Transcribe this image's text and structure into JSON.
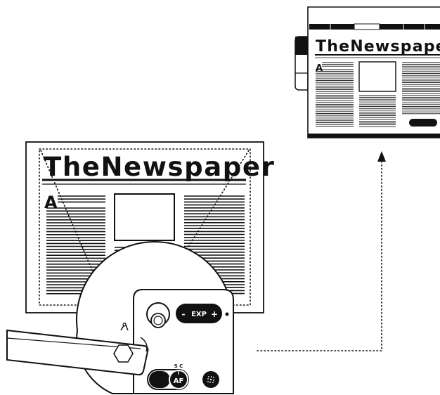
{
  "newspaper": {
    "masthead": "TheNewspaper",
    "drop_cap": "A"
  },
  "scan_preview": {
    "masthead": "TheNewspaper",
    "drop_cap": "A"
  },
  "device": {
    "exp_label": "EXP",
    "exp_minus": "-",
    "exp_plus": "+",
    "mode_label": "S C",
    "af_label": "AF"
  },
  "colors": {
    "ink": "#111111",
    "paper": "#ffffff",
    "page_bg": "#ffffff"
  }
}
